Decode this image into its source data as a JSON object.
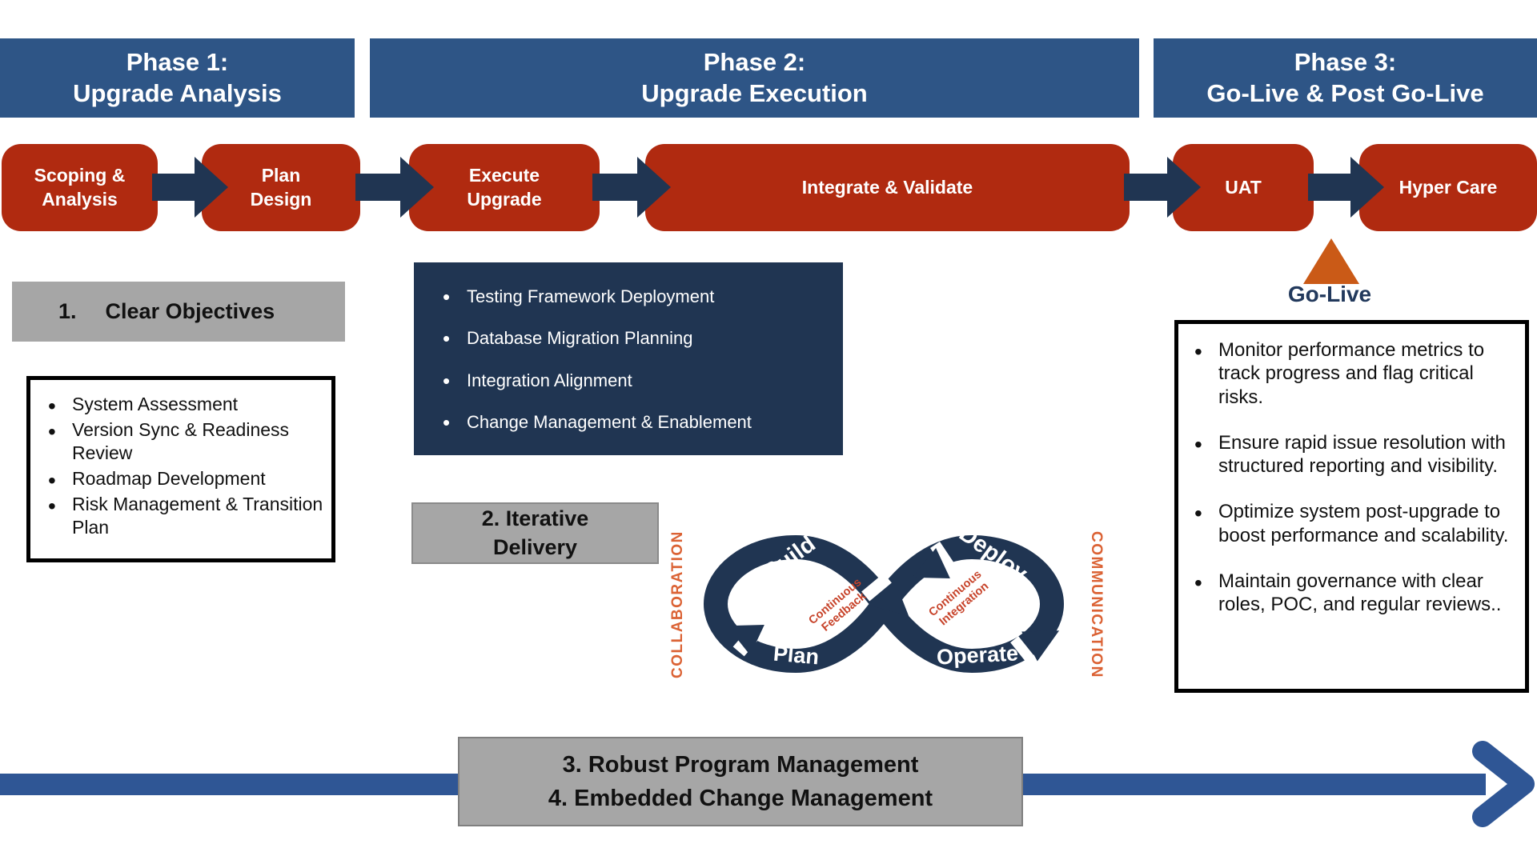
{
  "phases": [
    {
      "line1": "Phase 1:",
      "line2": "Upgrade Analysis"
    },
    {
      "line1": "Phase 2:",
      "line2": "Upgrade Execution"
    },
    {
      "line1": "Phase 3:",
      "line2": "Go-Live & Post Go-Live"
    }
  ],
  "steps": [
    {
      "label": "Scoping &\nAnalysis"
    },
    {
      "label": "Plan\nDesign"
    },
    {
      "label": "Execute\nUpgrade"
    },
    {
      "label": "Integrate & Validate"
    },
    {
      "label": "UAT"
    },
    {
      "label": "Hyper Care"
    }
  ],
  "callouts": {
    "clear_objectives": {
      "number": "1.",
      "label": "Clear Objectives"
    },
    "phase1_items": [
      "System Assessment",
      "Version Sync &  Readiness Review",
      "Roadmap Development",
      "Risk Management & Transition Plan"
    ],
    "phase2_items": [
      "Testing Framework Deployment",
      "Database Migration Planning",
      "Integration Alignment",
      "Change Management & Enablement"
    ],
    "iterative_delivery": "2. Iterative\nDelivery",
    "phase3_items": [
      "Monitor performance metrics to track progress and flag critical risks.",
      "Ensure rapid issue resolution with structured reporting and visibility.",
      "Optimize system post-upgrade to boost performance and scalability.",
      "Maintain governance with clear roles, POC, and regular reviews.."
    ],
    "go_live": "Go-Live",
    "bottom_banner": {
      "line1": "3. Robust Program Management",
      "line2": "4. Embedded Change Management"
    }
  },
  "devops_loop": {
    "top_left": "Build",
    "bottom_left": "Plan",
    "top_right": "Deploy",
    "bottom_right": "Operate",
    "center_left": "Continuous\nFeedback",
    "center_right": "Continuous\nIntegration",
    "left_vertical": "COLLABORATION",
    "right_vertical": "COMMUNICATION"
  },
  "colors": {
    "header_blue": "#2E5586",
    "step_red": "#B02A10",
    "navy": "#203552",
    "gray_panel": "#A6A6A6",
    "go_live_orange": "#CA5A17",
    "orange_text": "#DB6234",
    "loop_red_text": "#C7432A",
    "bottom_arrow_blue": "#2F5695"
  }
}
